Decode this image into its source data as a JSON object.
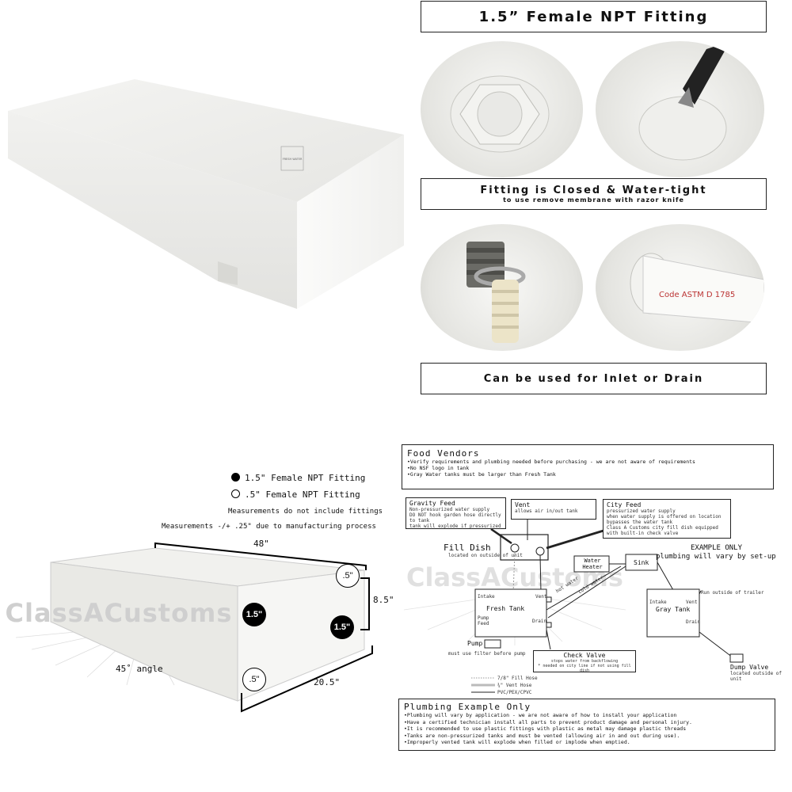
{
  "top_right": {
    "header": "1.5” Female NPT Fitting",
    "middle_title": "Fitting is Closed & Water-tight",
    "middle_subtitle": "to use remove membrane with razor knife",
    "bottom_title": "Can be used for Inlet or Drain",
    "pipe_text": "Code ASTM D 1785"
  },
  "tank_photo": {
    "label_text": "FRESH WATER"
  },
  "dimensions": {
    "legend": {
      "large_fitting": "1.5\" Female NPT Fitting",
      "small_fitting": ".5\" Female NPT Fitting",
      "note1": "Measurements do not include fittings",
      "note2": "Measurements -/+ .25\" due to manufacturing process"
    },
    "length": "48\"",
    "height": "8.5\"",
    "width": "20.5\"",
    "angle": "45˚ angle",
    "fittings": [
      ".5\"",
      "1.5\"",
      "1.5\"",
      ".5\""
    ],
    "watermark": "ClassACustoms"
  },
  "plumbing": {
    "food_vendors": {
      "title": "Food Vendors",
      "lines": [
        "•Verify requirements and plumbing needed before purchasing - we are not aware of requirements",
        "•No NSF logo in tank",
        "•Gray Water tanks must be larger than Fresh Tank"
      ]
    },
    "gravity_feed": {
      "title": "Gravity Feed",
      "lines": [
        "Non-pressurized water supply",
        "DO NOT hook garden hose directly to tank",
        "tank will explode if pressurized"
      ]
    },
    "vent": {
      "title": "Vent",
      "text": "allows air in/out tank"
    },
    "city_feed": {
      "title": "City Feed",
      "lines": [
        "pressurized water supply",
        "when water supply is offered on location",
        "bypasses the water tank",
        "",
        "Class A Customs city fill dish equipped",
        "with built-in check valve"
      ]
    },
    "fill_dish": {
      "label": "Fill Dish",
      "sub": "located on outside of unit"
    },
    "example_only": {
      "line1": "EXAMPLE ONLY",
      "line2": "plumbing will vary by set-up"
    },
    "water_heater": "Water Heater",
    "sink": "Sink",
    "hot_water": "hot water",
    "cold_water": "cold water",
    "fresh_tank": {
      "title": "Fresh Tank",
      "intake": "Intake",
      "vent": "Vent",
      "pump_feed": "Pump Feed",
      "drain": "Drain"
    },
    "gray_tank": {
      "title": "Gray Tank",
      "intake": "Intake",
      "vent": "Vent",
      "drain": "Drain",
      "run_outside": "Run outside of trailer"
    },
    "pump": {
      "label": "Pump",
      "sub": "must use filter before pump"
    },
    "check_valve": {
      "title": "Check Valve",
      "lines": [
        "stops water from backflowing",
        "* needed on city line if not using fill dish"
      ]
    },
    "dump_valve": {
      "label": "Dump Valve",
      "sub": "located outside of unit"
    },
    "hose_legend": [
      "7/8\" Fill Hose",
      "¾\" Vent Hose",
      "PVC/PEX/CPVC"
    ],
    "example_box": {
      "title": "Plumbing Example Only",
      "lines": [
        "•Plumbing will vary by application - we are not aware of how to install your application",
        "•Have a certified technician install all parts to prevent product damage and personal injury.",
        "•It is recommended to use plastic fittings with plastic as metal may damage plastic threads",
        "•Tanks are non-pressurized tanks and must be vented (allowing air in and out during use).",
        "•Improperly vented tank will explode when filled or implode when emptied."
      ]
    }
  }
}
